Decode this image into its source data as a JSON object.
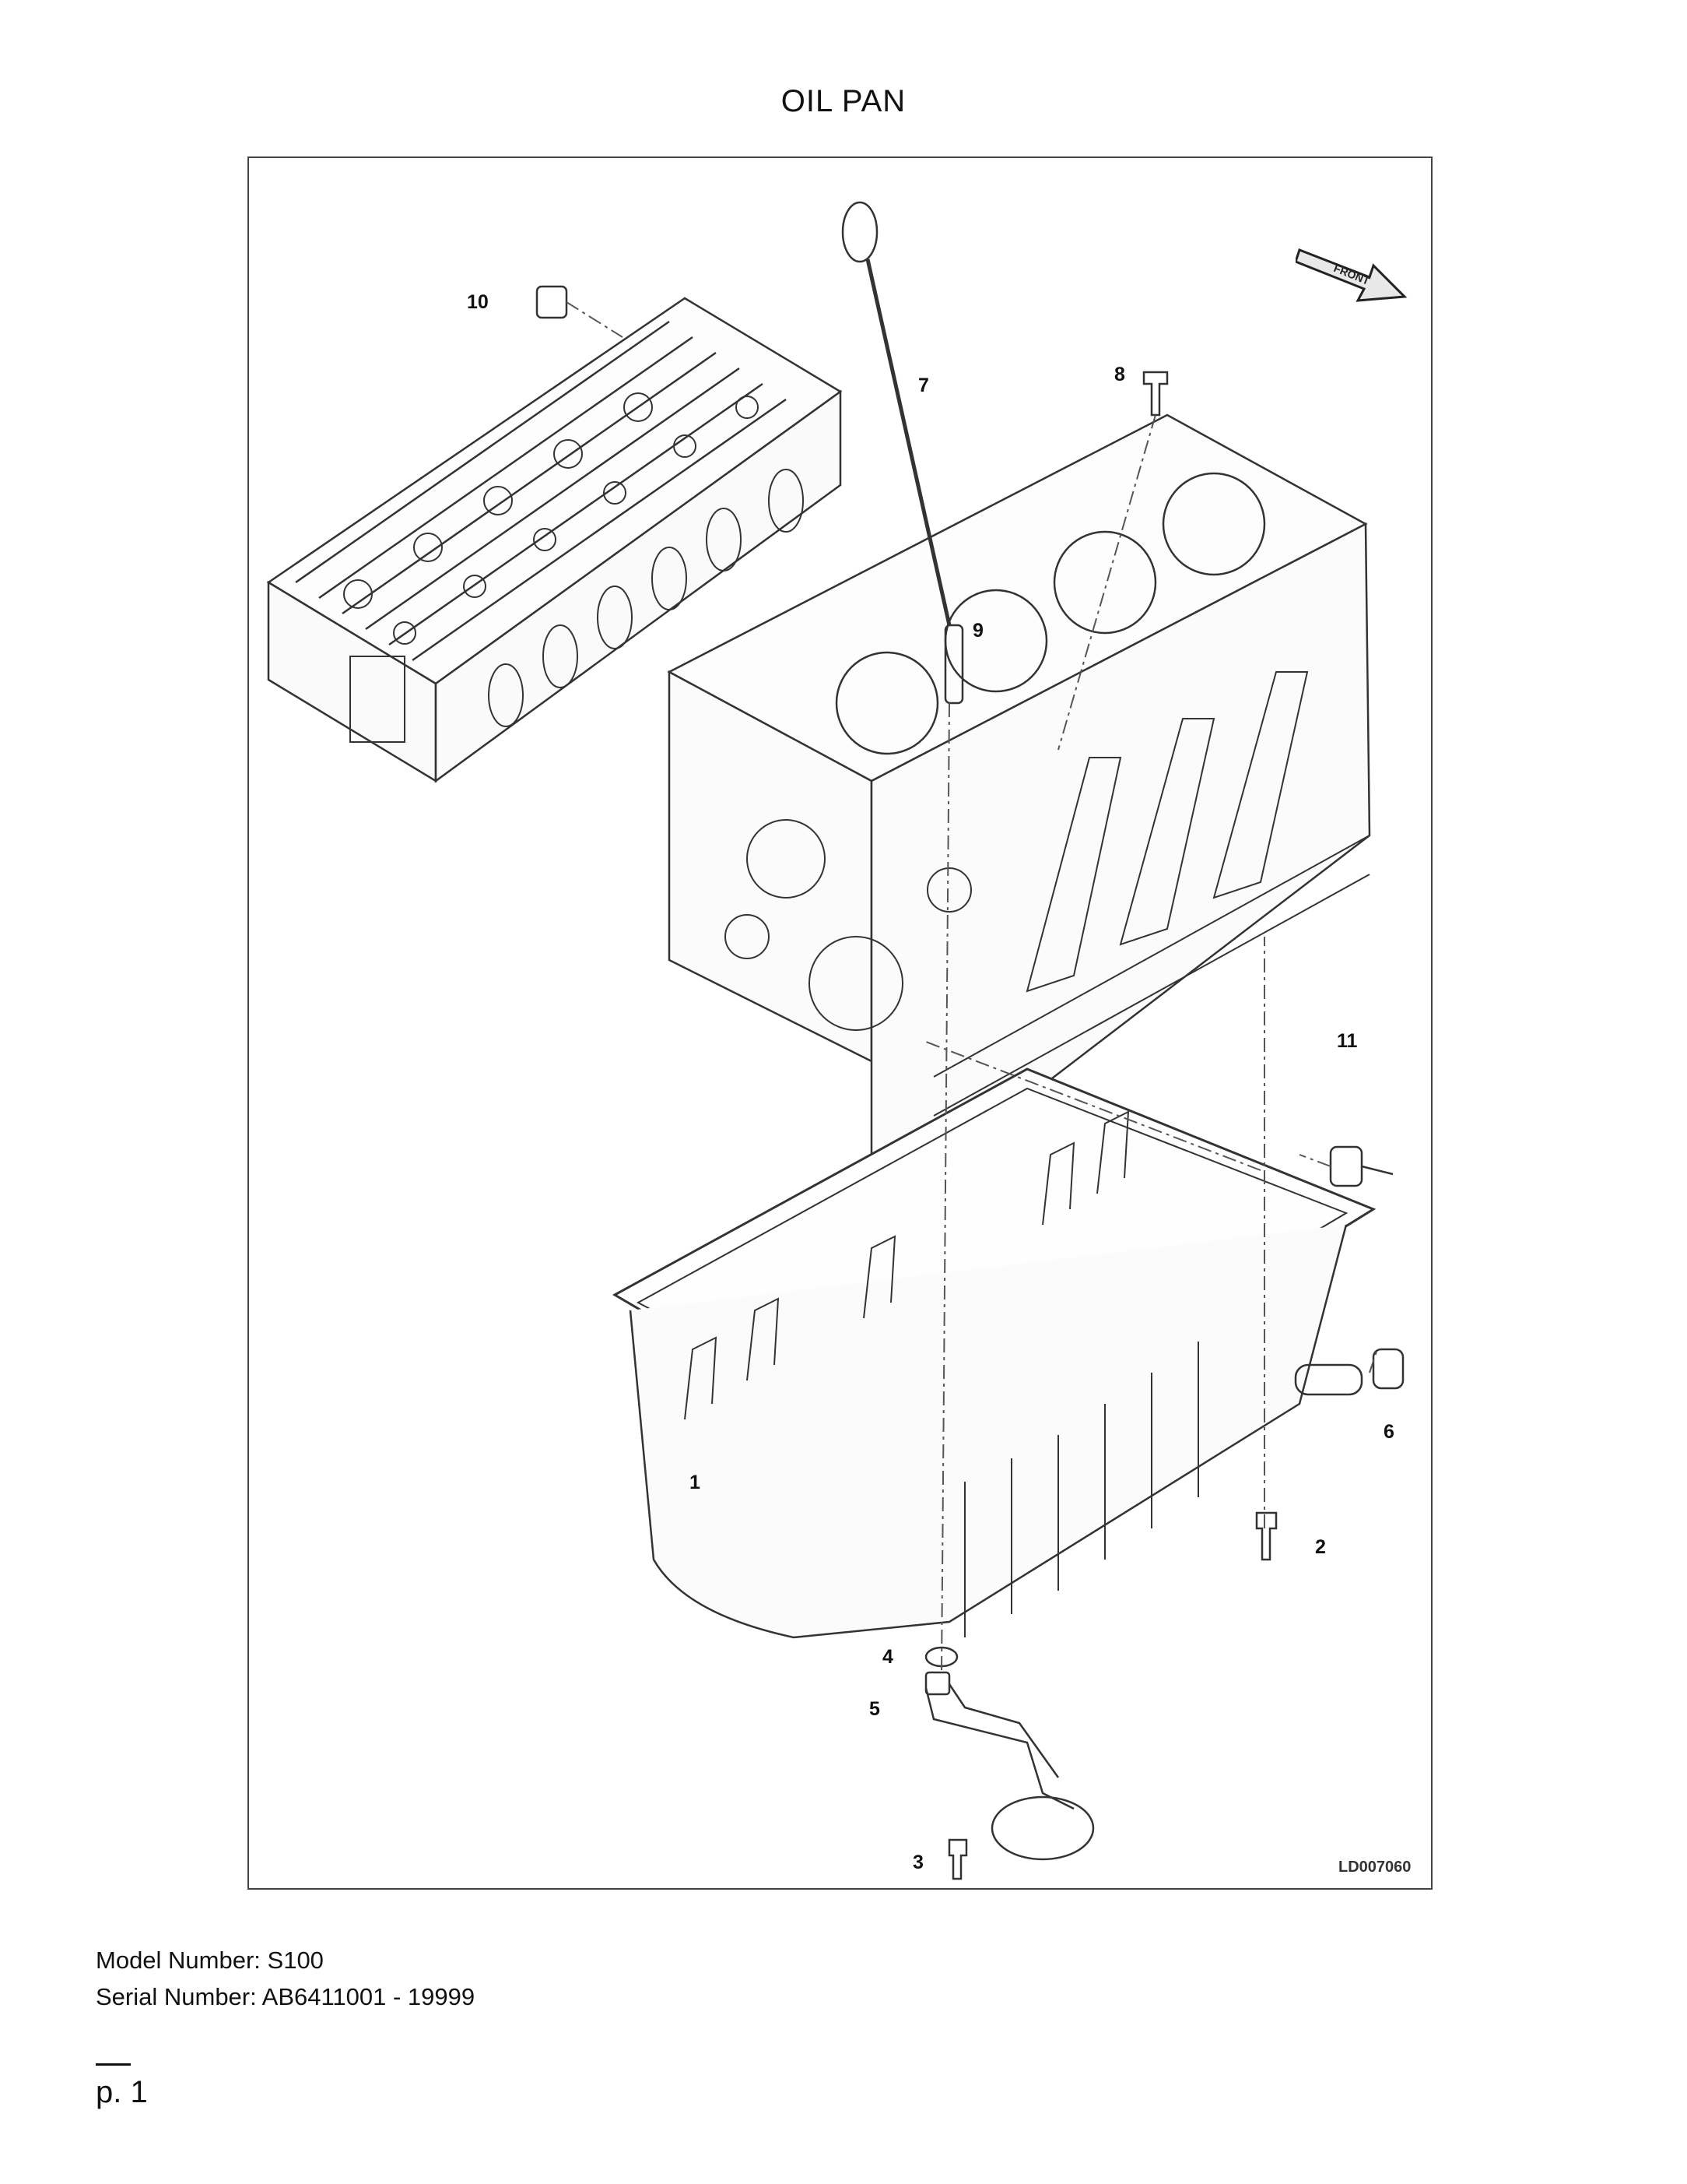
{
  "page": {
    "title": "OIL PAN",
    "model_number": "Model Number: S100",
    "serial_number": "Serial Number: AB6411001 - 19999",
    "page_number": "p. 1"
  },
  "diagram": {
    "reference_code": "LD007060",
    "front_label": "FRONT",
    "callouts": [
      {
        "id": "callout-10",
        "label": "10"
      },
      {
        "id": "callout-7",
        "label": "7"
      },
      {
        "id": "callout-8",
        "label": "8"
      },
      {
        "id": "callout-9",
        "label": "9"
      },
      {
        "id": "callout-11",
        "label": "11"
      },
      {
        "id": "callout-6",
        "label": "6"
      },
      {
        "id": "callout-1",
        "label": "1"
      },
      {
        "id": "callout-2",
        "label": "2"
      },
      {
        "id": "callout-4",
        "label": "4"
      },
      {
        "id": "callout-5",
        "label": "5"
      },
      {
        "id": "callout-3",
        "label": "3"
      }
    ]
  }
}
